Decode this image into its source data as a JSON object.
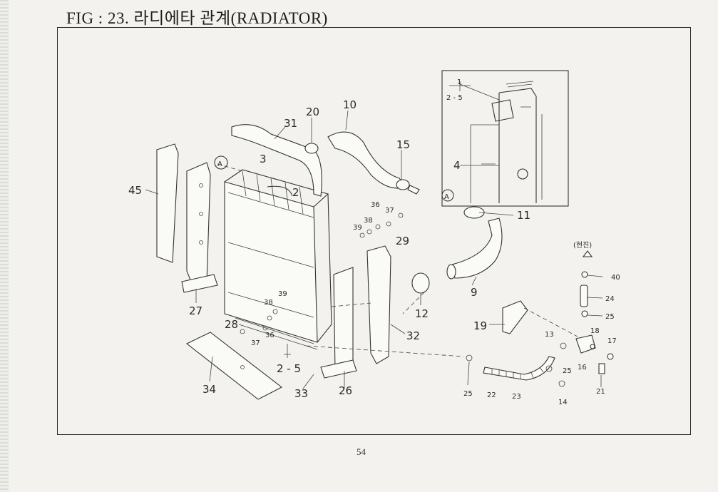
{
  "title": "FIG : 23. 라디에타 관계(RADIATOR)",
  "page_number": "54",
  "part_labels": [
    {
      "id": "p20",
      "text": "20"
    },
    {
      "id": "p10",
      "text": "10"
    },
    {
      "id": "p31",
      "text": "31"
    },
    {
      "id": "p15",
      "text": "15"
    },
    {
      "id": "p3",
      "text": "3"
    },
    {
      "id": "p2",
      "text": "2"
    },
    {
      "id": "p45",
      "text": "45"
    },
    {
      "id": "pA1",
      "text": "A"
    },
    {
      "id": "p36a",
      "text": "36"
    },
    {
      "id": "p37a",
      "text": "37"
    },
    {
      "id": "p38a",
      "text": "38"
    },
    {
      "id": "p39a",
      "text": "39"
    },
    {
      "id": "p29",
      "text": "29"
    },
    {
      "id": "p11",
      "text": "11"
    },
    {
      "id": "p9",
      "text": "9"
    },
    {
      "id": "p12",
      "text": "12"
    },
    {
      "id": "p27",
      "text": "27"
    },
    {
      "id": "p38b",
      "text": "38"
    },
    {
      "id": "p39b",
      "text": "39"
    },
    {
      "id": "p28",
      "text": "28"
    },
    {
      "id": "p36b",
      "text": "36"
    },
    {
      "id": "p37b",
      "text": "37"
    },
    {
      "id": "p25a",
      "text": "2 - 5"
    },
    {
      "id": "p32",
      "text": "32"
    },
    {
      "id": "p19",
      "text": "19"
    },
    {
      "id": "p34",
      "text": "34"
    },
    {
      "id": "p33",
      "text": "33"
    },
    {
      "id": "p26",
      "text": "26"
    },
    {
      "id": "p13",
      "text": "13"
    },
    {
      "id": "p16",
      "text": "16"
    },
    {
      "id": "p18",
      "text": "18"
    },
    {
      "id": "p17",
      "text": "17"
    },
    {
      "id": "p21",
      "text": "21"
    },
    {
      "id": "p25b",
      "text": "25"
    },
    {
      "id": "p22",
      "text": "22"
    },
    {
      "id": "p23",
      "text": "23"
    },
    {
      "id": "p14",
      "text": "14"
    },
    {
      "id": "p25c",
      "text": "25"
    },
    {
      "id": "p40",
      "text": "40"
    },
    {
      "id": "p24",
      "text": "24"
    },
    {
      "id": "p25d",
      "text": "25"
    },
    {
      "id": "phyeonjin",
      "text": "(현진)"
    },
    {
      "id": "pi1",
      "text": "1"
    },
    {
      "id": "pi25",
      "text": "2 - 5"
    },
    {
      "id": "pi4",
      "text": "4"
    },
    {
      "id": "piA",
      "text": "A"
    }
  ]
}
